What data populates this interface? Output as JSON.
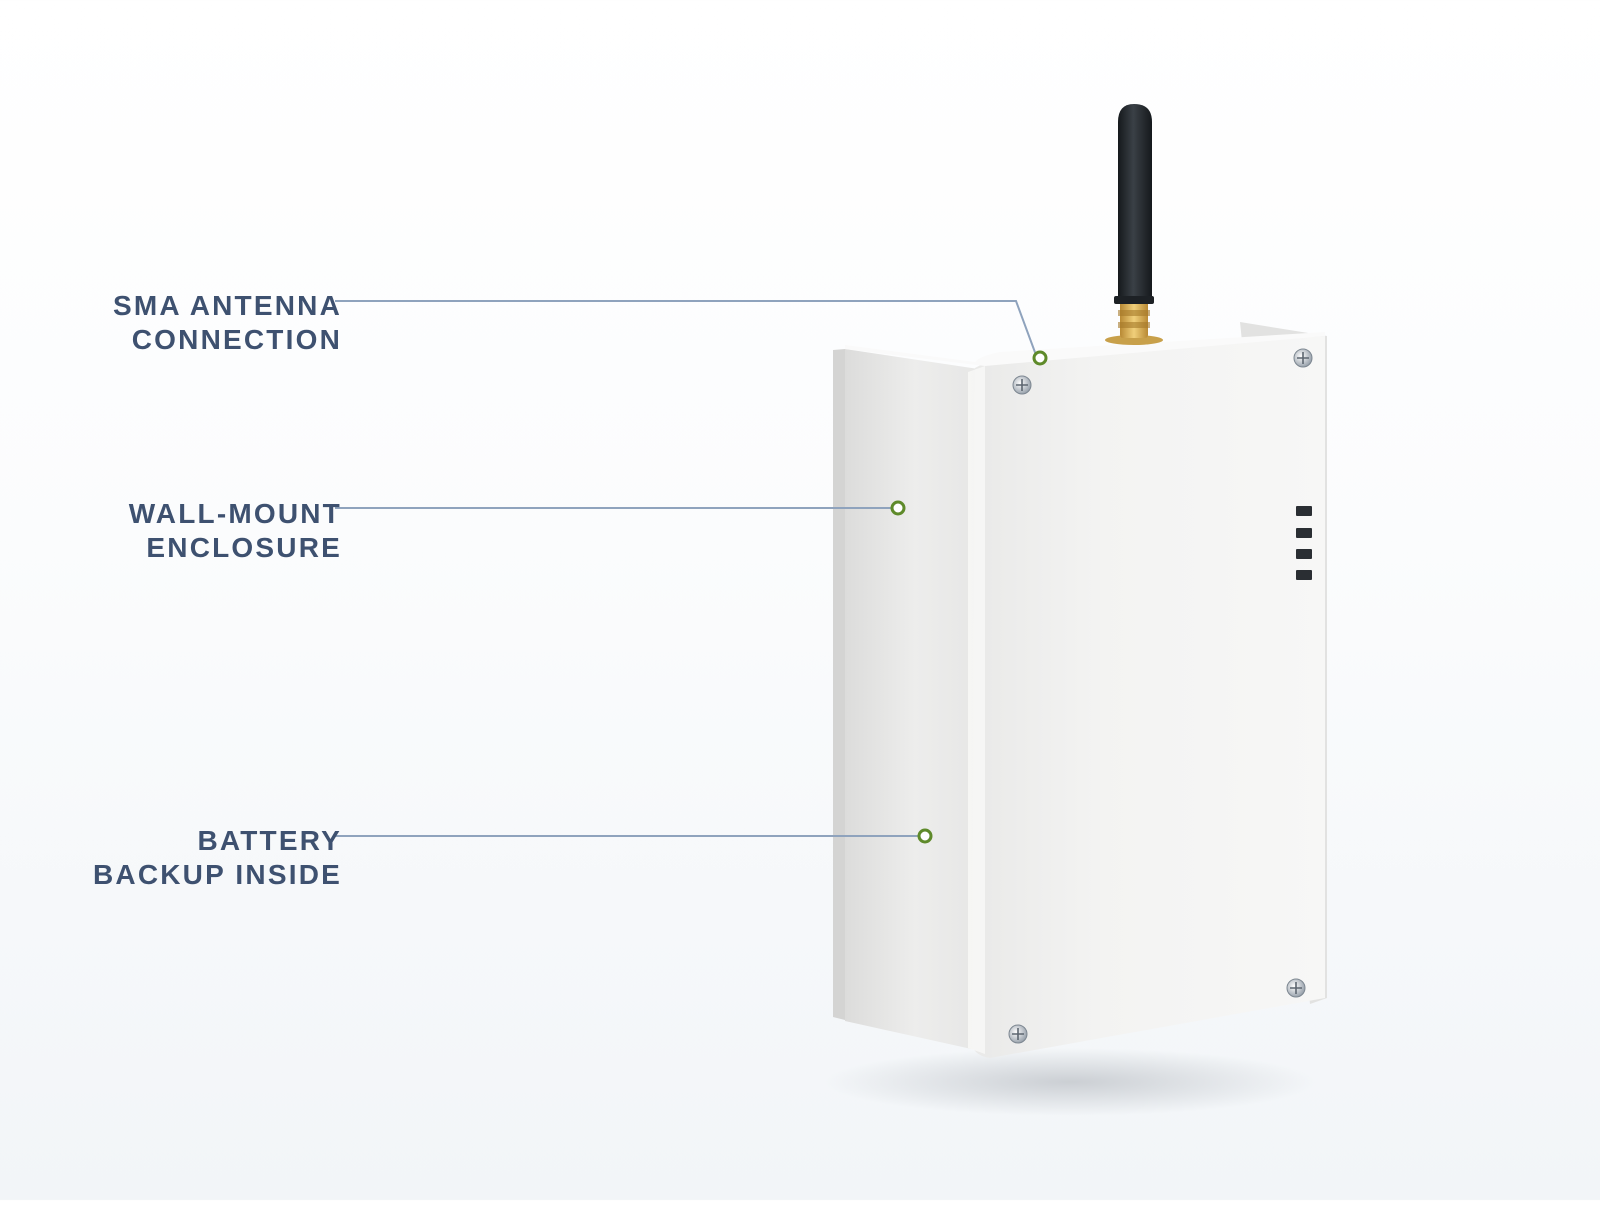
{
  "callouts": [
    {
      "id": "sma-antenna",
      "lines": [
        "SMA ANTENNA",
        "CONNECTION"
      ]
    },
    {
      "id": "wall-mount",
      "lines": [
        "WALL-MOUNT",
        "ENCLOSURE"
      ]
    },
    {
      "id": "battery-backup",
      "lines": [
        "BATTERY",
        "BACKUP INSIDE"
      ]
    }
  ],
  "colors": {
    "label_text": "#3e5170",
    "leader_line": "#8fa3bd",
    "marker": "#5e8a2a",
    "enclosure": "#f1f1f0",
    "antenna": "#1f2428",
    "connector": "#d7aa4c"
  }
}
